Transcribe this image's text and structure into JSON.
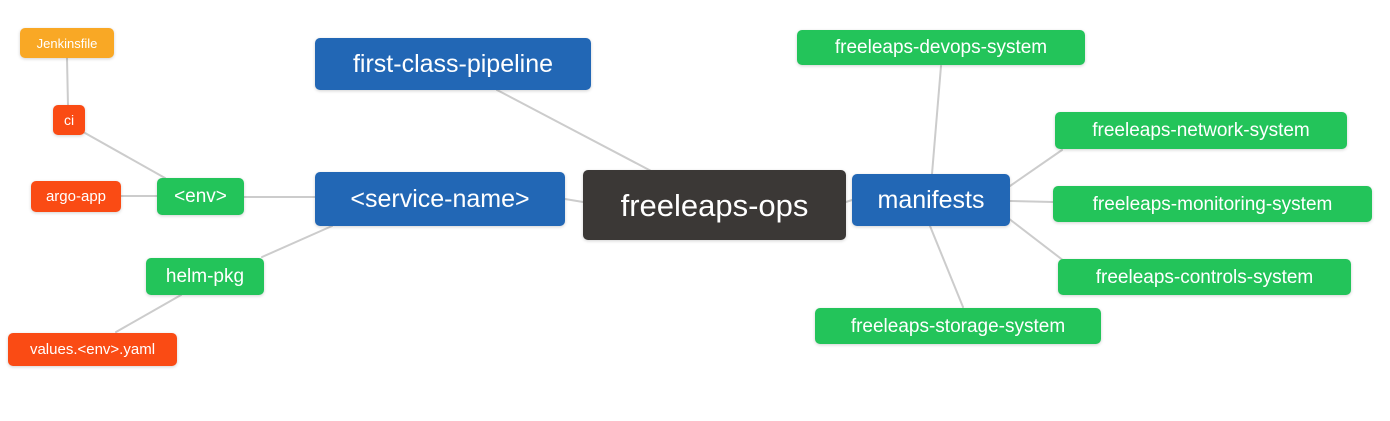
{
  "diagram": {
    "type": "mindmap",
    "root": "freeleaps-ops",
    "colors": {
      "root_bg": "#3B3836",
      "level1_blue": "#2267B5",
      "level2_green": "#23C45A",
      "level3_red": "#FA4B14",
      "level4_amber": "#F9A825",
      "edge_gray": "#CCCCCC",
      "text": "#FFFFFF",
      "background": "#FFFFFF"
    },
    "edges": [
      [
        "Jenkinsfile",
        "ci"
      ],
      [
        "ci",
        "<env>"
      ],
      [
        "argo-app",
        "<env>"
      ],
      [
        "<env>",
        "<service-name>"
      ],
      [
        "helm-pkg",
        "<service-name>"
      ],
      [
        "values.<env>.yaml",
        "helm-pkg"
      ],
      [
        "first-class-pipeline",
        "freeleaps-ops"
      ],
      [
        "<service-name>",
        "freeleaps-ops"
      ],
      [
        "freeleaps-ops",
        "manifests"
      ],
      [
        "manifests",
        "freeleaps-devops-system"
      ],
      [
        "manifests",
        "freeleaps-network-system"
      ],
      [
        "manifests",
        "freeleaps-monitoring-system"
      ],
      [
        "manifests",
        "freeleaps-controls-system"
      ],
      [
        "manifests",
        "freeleaps-storage-system"
      ]
    ]
  },
  "nodes": {
    "root": {
      "label": "freeleaps-ops"
    },
    "first_class_pipeline": {
      "label": "first-class-pipeline"
    },
    "service_name": {
      "label": "<service-name>"
    },
    "manifests": {
      "label": "manifests"
    },
    "env": {
      "label": "<env>"
    },
    "helm_pkg": {
      "label": "helm-pkg"
    },
    "ci": {
      "label": "ci"
    },
    "argo_app": {
      "label": "argo-app"
    },
    "jenkinsfile": {
      "label": "Jenkinsfile"
    },
    "values_env_yaml": {
      "label": "values.<env>.yaml"
    },
    "devops_system": {
      "label": "freeleaps-devops-system"
    },
    "network_system": {
      "label": "freeleaps-network-system"
    },
    "monitoring_system": {
      "label": "freeleaps-monitoring-system"
    },
    "controls_system": {
      "label": "freeleaps-controls-system"
    },
    "storage_system": {
      "label": "freeleaps-storage-system"
    }
  }
}
